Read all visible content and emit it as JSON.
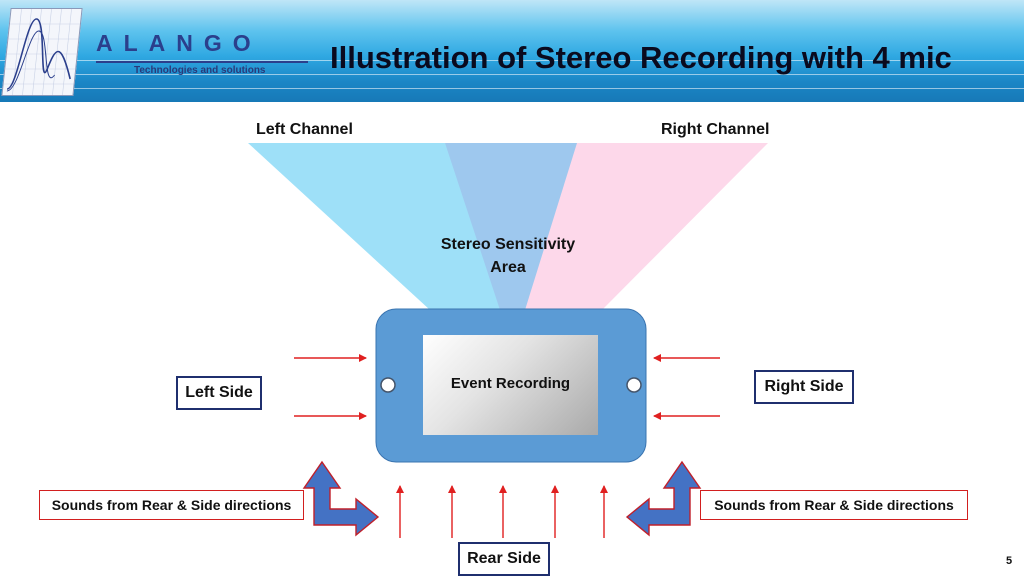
{
  "header": {
    "logo_name": "ALANGO",
    "logo_tagline": "Technologies and solutions",
    "title": "Illustration of Stereo Recording with 4 mic"
  },
  "diagram": {
    "left_channel": "Left Channel",
    "right_channel": "Right Channel",
    "stereo_line1": "Stereo Sensitivity",
    "stereo_line2": "Area",
    "screen_label": "Event Recording",
    "left_side": "Left Side",
    "right_side": "Right Side",
    "rear_side": "Rear Side",
    "sounds_left": "Sounds from Rear & Side directions",
    "sounds_right": "Sounds from Rear & Side directions"
  },
  "colors": {
    "left_beam": "#9ee0f8",
    "right_beam": "#fdd8ea",
    "overlap_beam": "#9ec8ee",
    "device_fill": "#5b9bd5",
    "block_arrow": "#4472c4",
    "arrow_red": "#e02020"
  },
  "page_number": "5"
}
